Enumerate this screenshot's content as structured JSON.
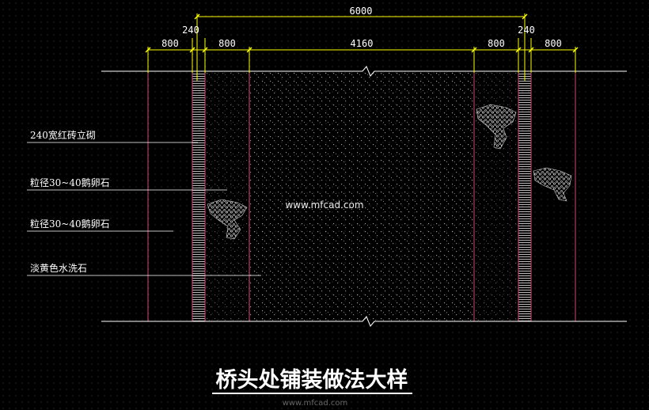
{
  "dimensions": {
    "overall": "6000",
    "left_gap": "800",
    "left_brick": "240",
    "left_inner": "800",
    "center": "4160",
    "right_inner": "800",
    "right_brick": "240",
    "right_gap": "800"
  },
  "labels": {
    "brick": "240宽红砖立砌",
    "pebble_upper": "粒径30~40鹅卵石",
    "pebble_lower": "粒径30~40鹅卵石",
    "washed_stone": "淡黄色水洗石"
  },
  "title": "桥头处铺装做法大样",
  "watermark": {
    "main": "www.mfcad.com",
    "footer": "www.mfcad.com"
  },
  "colors": {
    "background": "#000000",
    "dimension_line": "#ffff00",
    "section_line": "#d24a6e",
    "text": "#ffffff"
  }
}
